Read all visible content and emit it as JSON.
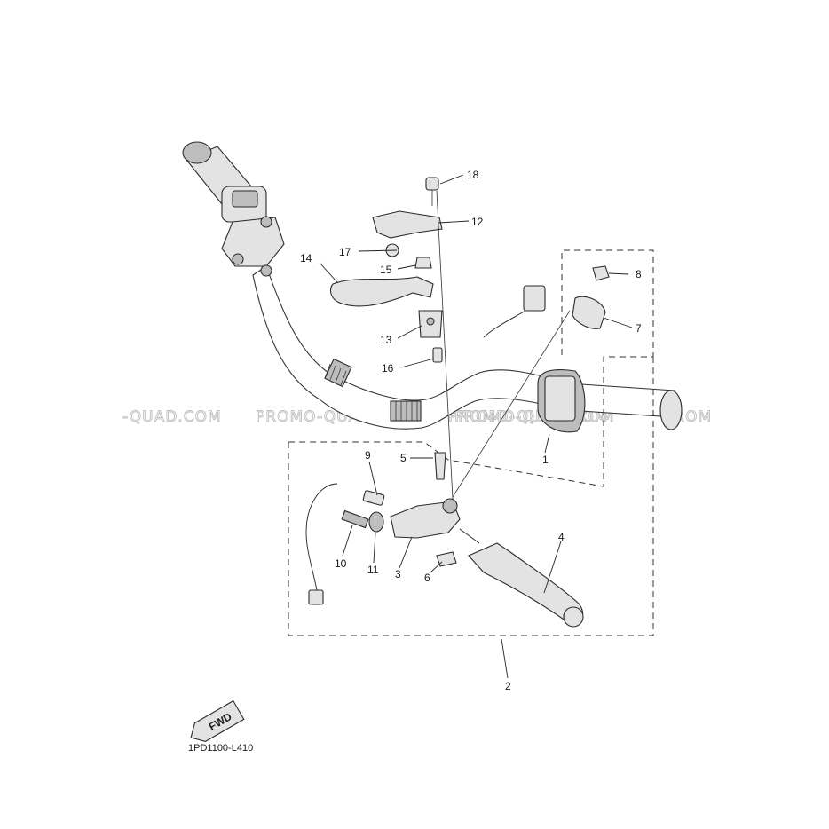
{
  "diagram": {
    "drawing_code": "1PD1100-L410",
    "fwd_label": "FWD",
    "watermark": [
      "-QUAD.COM",
      "PROMO-QUAD.COM",
      "PROMO-QUAD.COM",
      "PROMO-QUAD.COM",
      "PROM"
    ],
    "callouts": [
      "1",
      "2",
      "3",
      "4",
      "5",
      "6",
      "7",
      "8",
      "9",
      "10",
      "11",
      "12",
      "13",
      "14",
      "15",
      "16",
      "17",
      "18"
    ]
  }
}
